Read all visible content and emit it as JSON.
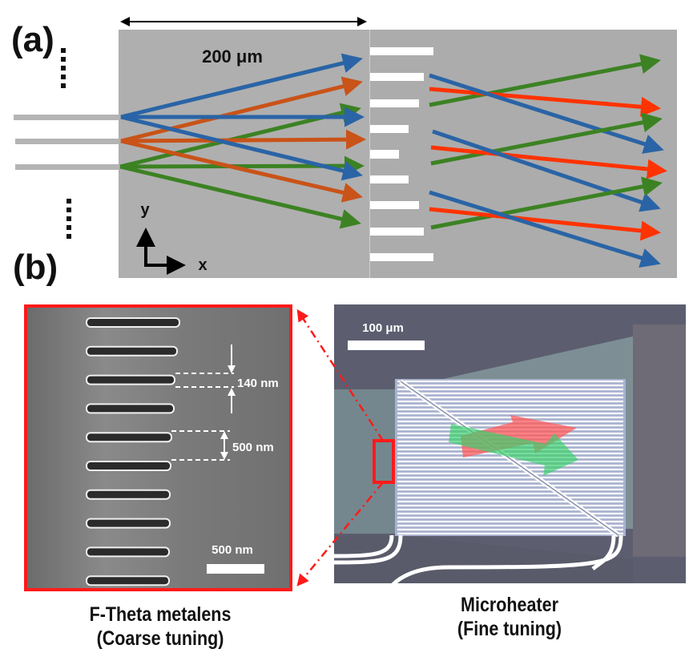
{
  "panel_a": {
    "label": "(a)",
    "width_annotation": "200 μm",
    "axis_y_label": "y",
    "axis_x_label": "x",
    "dots_symbol": "⋮",
    "colors": {
      "blue": "#2a64a6",
      "orange": "#c95318",
      "green": "#3c8223",
      "red": "#ff3300",
      "background": "#afafaf",
      "slab": "#ffffff"
    },
    "input_waveguides": 3,
    "lens_slabs": 9,
    "beam_groups": [
      {
        "color": "blue",
        "from_waveguide": 1,
        "directions": [
          "up",
          "straight",
          "down"
        ]
      },
      {
        "color": "orange",
        "from_waveguide": 2,
        "directions": [
          "up",
          "straight",
          "down"
        ]
      },
      {
        "color": "green",
        "from_waveguide": 3,
        "directions": [
          "up",
          "straight",
          "down"
        ]
      }
    ]
  },
  "panel_b": {
    "label": "(b)",
    "sem": {
      "gap_annotation": "140 nm",
      "period_annotation": "500 nm",
      "scalebar_label": "500 nm",
      "bar_count": 10,
      "border_color": "#ff1a1a"
    },
    "microscope": {
      "scalebar_label": "100 μm",
      "arrow_colors": {
        "red": "#ff5a5a",
        "green": "#3ccf6e"
      }
    },
    "captions": {
      "left_line1": "F-Theta metalens",
      "left_line2": "(Coarse tuning)",
      "right_line1": "Microheater",
      "right_line2": "(Fine tuning)"
    }
  }
}
